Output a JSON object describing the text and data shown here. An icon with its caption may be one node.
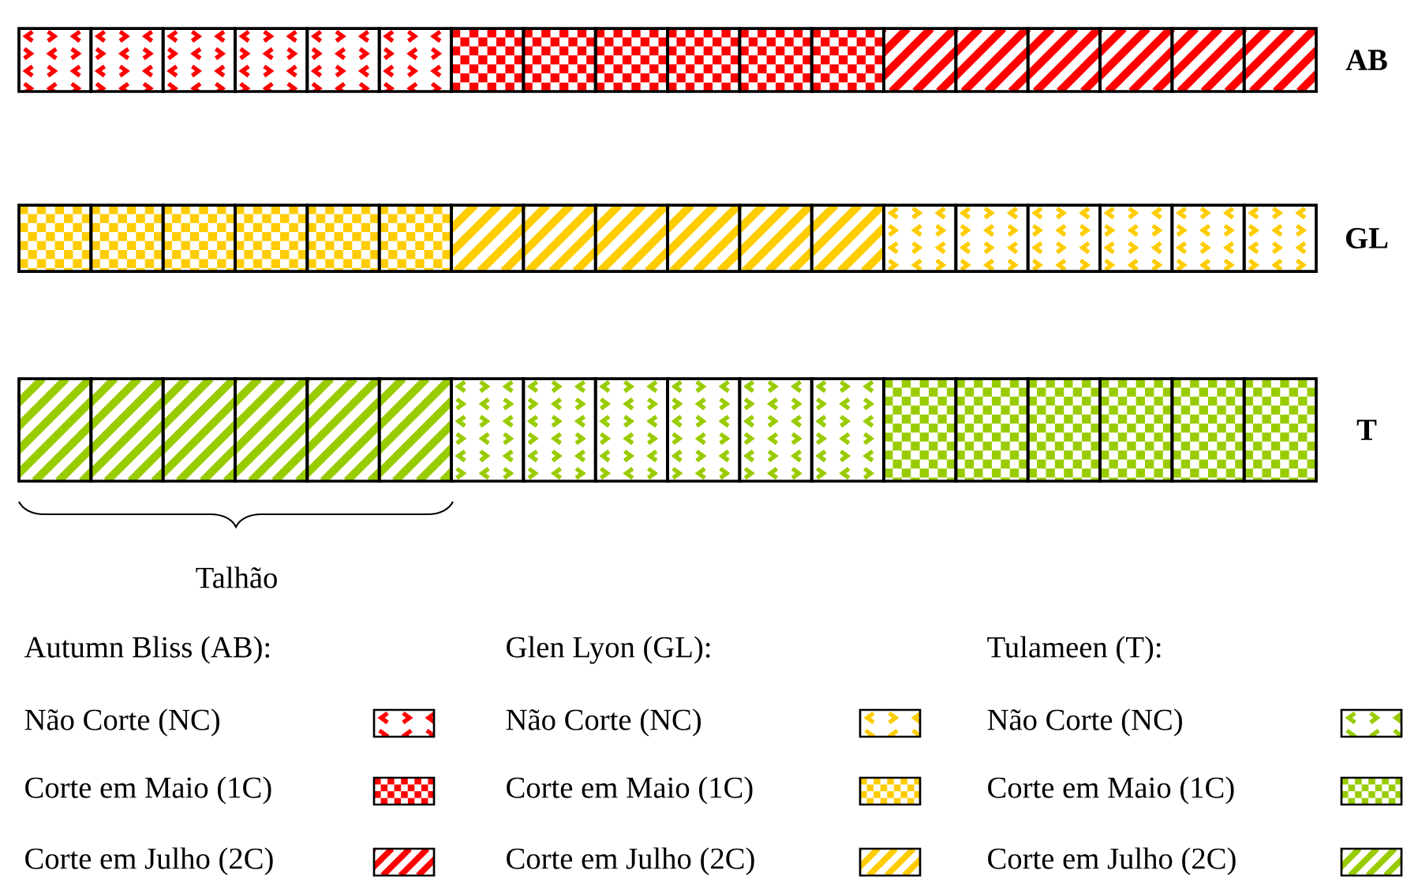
{
  "diagram": {
    "labels": [
      "AB",
      "GL",
      "T",
      "Talhão",
      "Autumn Bliss (AB):",
      "Glen Lyon (GL):",
      "Tulameen (T):"
    ],
    "legend": [
      {
        "text": "Não Corte (NC)",
        "color": "#ff0000"
      },
      {
        "text": "Corte em Maio (1C)",
        "color": "#ff0000"
      },
      {
        "text": "Corte em Julho (2C)",
        "color": "#ff0000"
      },
      {
        "text": "Não Corte (NC)",
        "color": "#ffcc00"
      },
      {
        "text": "Corte em Maio (1C)",
        "color": "#ffcc00"
      },
      {
        "text": "Corte em Julho (2C)",
        "color": "#ffcc00"
      },
      {
        "text": "Não Corte (NC)",
        "color": "#99cc00"
      },
      {
        "text": "Corte em Maio (1C)",
        "color": "#99cc00"
      },
      {
        "text": "Corte em Julho (2C)",
        "color": "#99cc00"
      }
    ]
  }
}
